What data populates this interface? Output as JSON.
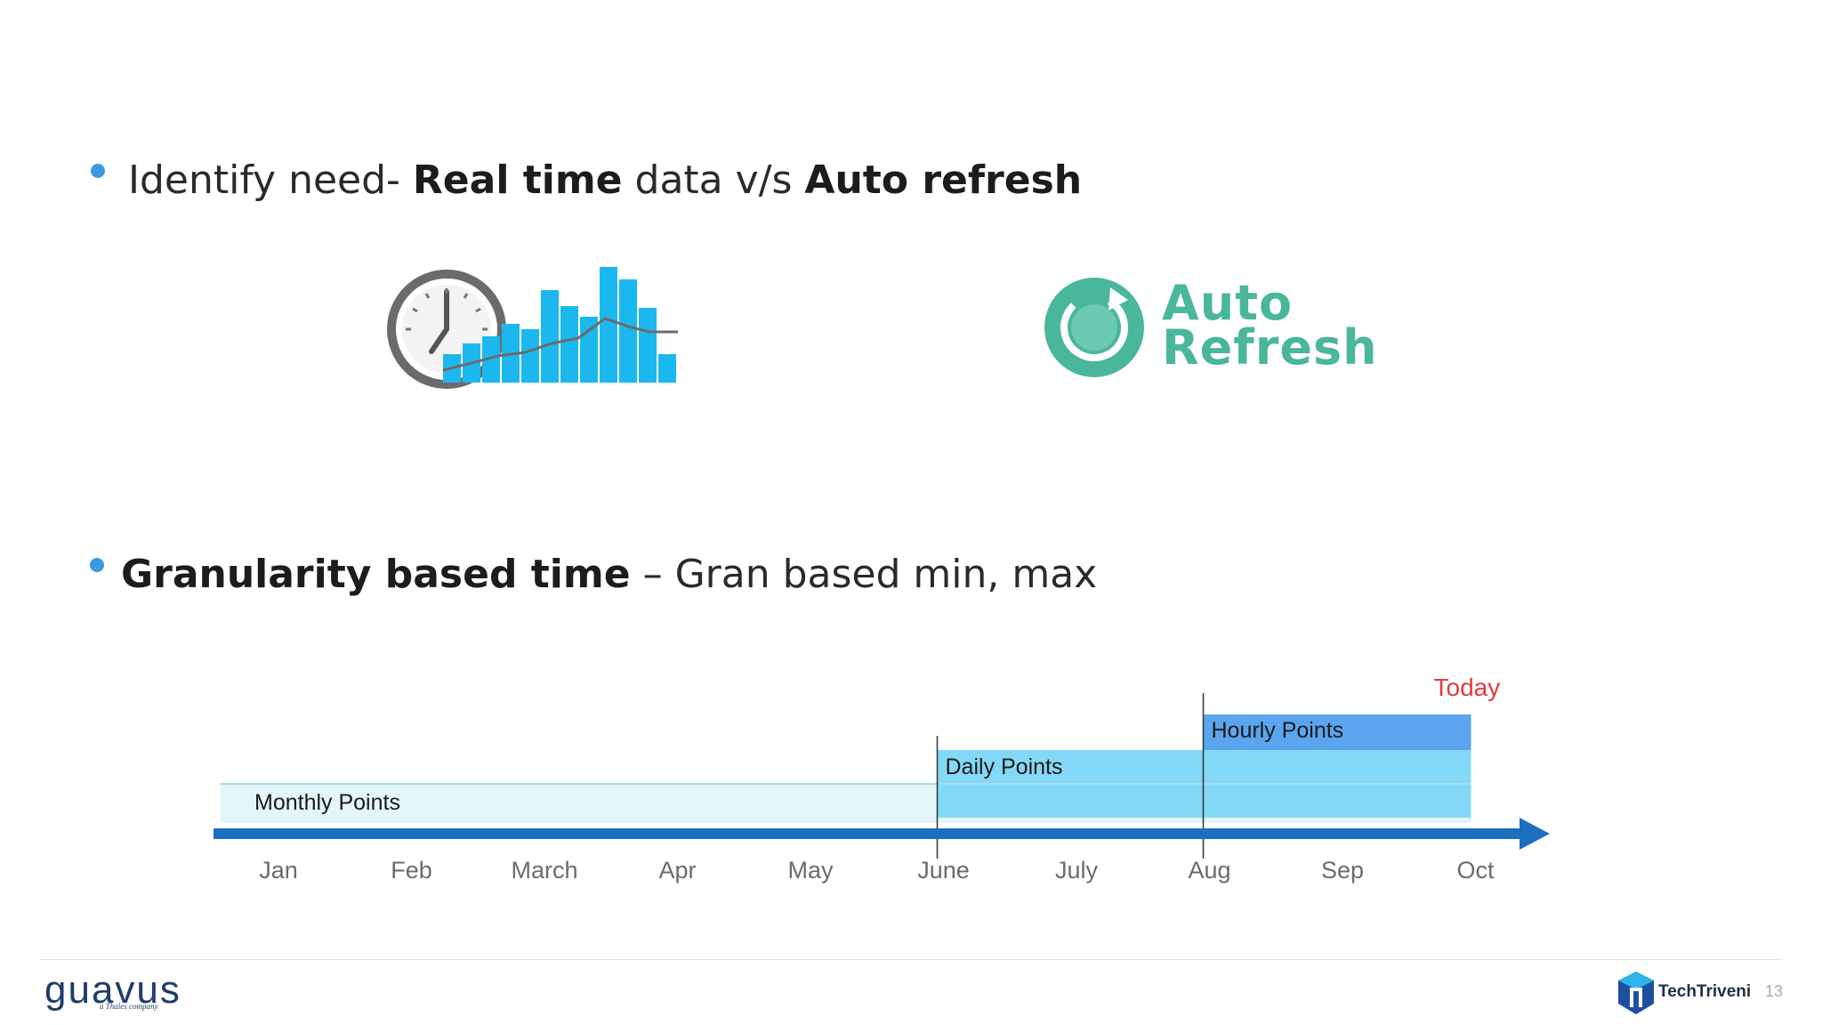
{
  "bullets": [
    {
      "pre": "Identify need- ",
      "b1": "Real time",
      "mid": " data v/s ",
      "b2": "Auto refresh"
    },
    {
      "b1": "Granularity based time",
      "post": " – Gran based min, max"
    }
  ],
  "auto_refresh": {
    "line1": "Auto",
    "line2": "Refresh",
    "color": "#4ab79a"
  },
  "timeline": {
    "months": [
      "Jan",
      "Feb",
      "March",
      "Apr",
      "May",
      "June",
      "July",
      "Aug",
      "Sep",
      "Oct"
    ],
    "bands": [
      {
        "label": "Monthly Points",
        "start": "Jan",
        "end": "Oct",
        "color": "#e3f6fa"
      },
      {
        "label": "Daily Points",
        "start": "June",
        "end": "Oct",
        "color": "#84d8f7"
      },
      {
        "label": "Hourly Points",
        "start": "Aug",
        "end": "Oct",
        "color": "#5aa5ee"
      }
    ],
    "today_label": "Today",
    "axis_color": "#1c6fbf"
  },
  "footer": {
    "brand": "guavus",
    "brand_sub": "a Thales company",
    "partner": "TechTriveni",
    "page_number": "13"
  }
}
